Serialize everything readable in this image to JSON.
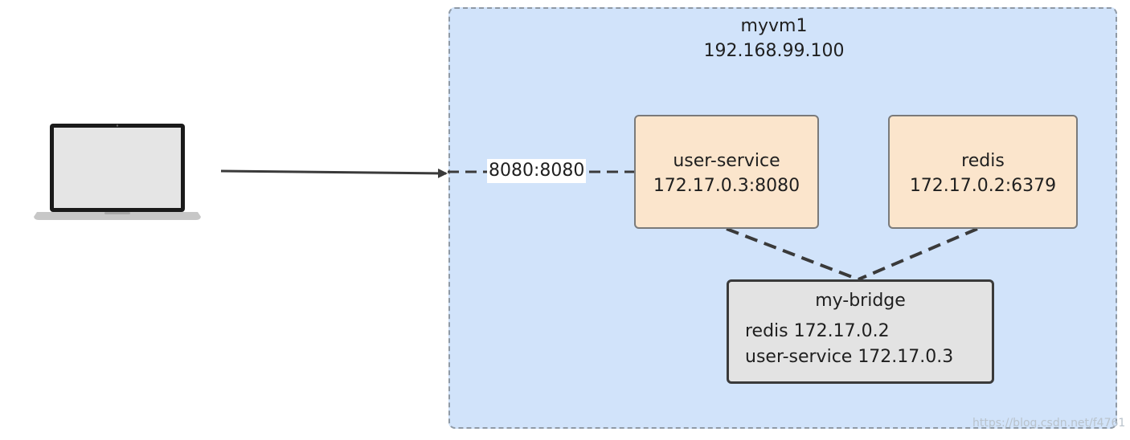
{
  "vm": {
    "name": "myvm1",
    "ip": "192.168.99.100"
  },
  "port_mapping": "8080:8080",
  "services": {
    "user_service": {
      "name": "user-service",
      "address": "172.17.0.3:8080"
    },
    "redis": {
      "name": "redis",
      "address": "172.17.0.2:6379"
    }
  },
  "bridge": {
    "name": "my-bridge",
    "entries": [
      "redis 172.17.0.2",
      "user-service 172.17.0.3"
    ]
  },
  "watermark": "https://blog.csdn.net/f4761",
  "colors": {
    "vm_fill": "#d1e3fa",
    "vm_border": "#8f9aa6",
    "service_fill": "#fbe5cc",
    "bridge_fill": "#e3e3e3",
    "line": "#3a3a3a"
  },
  "icons": {
    "client": "laptop-icon"
  }
}
